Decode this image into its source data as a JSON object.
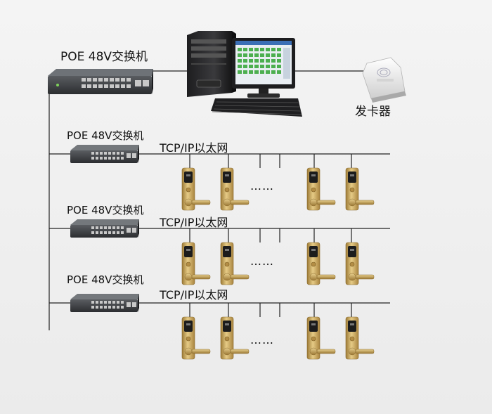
{
  "main_switch": {
    "label": "POE 48V交换机"
  },
  "card_issuer": {
    "label": "发卡器"
  },
  "segments": [
    {
      "switch_label": "POE 48V交换机",
      "network_label": "TCP/IP以太网",
      "ellipsis": "……"
    },
    {
      "switch_label": "POE 48V交换机",
      "network_label": "TCP/IP以太网",
      "ellipsis": "……"
    },
    {
      "switch_label": "POE 48V交换机",
      "network_label": "TCP/IP以太网",
      "ellipsis": "……"
    }
  ],
  "colors": {
    "line": "#222222",
    "lock_gold": "#c8a55a",
    "switch_body": "#2c2e30",
    "screen_green": "#4caf50"
  }
}
